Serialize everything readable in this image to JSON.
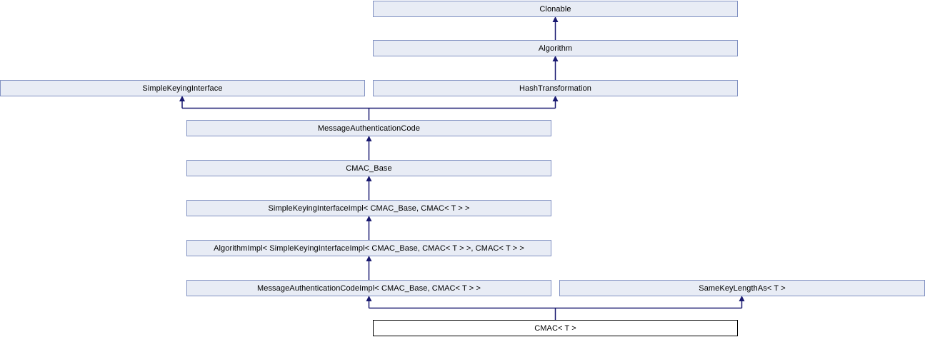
{
  "diagram": {
    "kind": "class-inheritance-diagram",
    "colors": {
      "node_fill": "#e8ecf5",
      "node_border": "#8191c2",
      "current_node_fill": "#ffffff",
      "current_node_border": "#000000",
      "arrow_color": "#191970",
      "text_color": "#000000",
      "page_bg": "#ffffff"
    },
    "nodes": [
      {
        "label": "Clonable"
      },
      {
        "label": "Algorithm"
      },
      {
        "label": "SimpleKeyingInterface"
      },
      {
        "label": "HashTransformation"
      },
      {
        "label": "MessageAuthenticationCode"
      },
      {
        "label": "CMAC_Base"
      },
      {
        "label": "SimpleKeyingInterfaceImpl< CMAC_Base, CMAC< T > >"
      },
      {
        "label": "AlgorithmImpl< SimpleKeyingInterfaceImpl< CMAC_Base, CMAC< T > >, CMAC< T > >"
      },
      {
        "label": "MessageAuthenticationCodeImpl< CMAC_Base, CMAC< T > >"
      },
      {
        "label": "SameKeyLengthAs< T >"
      },
      {
        "label": "CMAC< T >",
        "current": true
      }
    ],
    "edges": [
      {
        "from": "Algorithm",
        "to": "Clonable"
      },
      {
        "from": "HashTransformation",
        "to": "Algorithm"
      },
      {
        "from": "MessageAuthenticationCode",
        "to": "SimpleKeyingInterface"
      },
      {
        "from": "MessageAuthenticationCode",
        "to": "HashTransformation"
      },
      {
        "from": "CMAC_Base",
        "to": "MessageAuthenticationCode"
      },
      {
        "from": "SimpleKeyingInterfaceImpl< CMAC_Base, CMAC< T > >",
        "to": "CMAC_Base"
      },
      {
        "from": "AlgorithmImpl< SimpleKeyingInterfaceImpl< CMAC_Base, CMAC< T > >, CMAC< T > >",
        "to": "SimpleKeyingInterfaceImpl< CMAC_Base, CMAC< T > >"
      },
      {
        "from": "MessageAuthenticationCodeImpl< CMAC_Base, CMAC< T > >",
        "to": "AlgorithmImpl< SimpleKeyingInterfaceImpl< CMAC_Base, CMAC< T > >, CMAC< T > >"
      },
      {
        "from": "CMAC< T >",
        "to": "MessageAuthenticationCodeImpl< CMAC_Base, CMAC< T > >"
      },
      {
        "from": "CMAC< T >",
        "to": "SameKeyLengthAs< T >"
      }
    ]
  }
}
